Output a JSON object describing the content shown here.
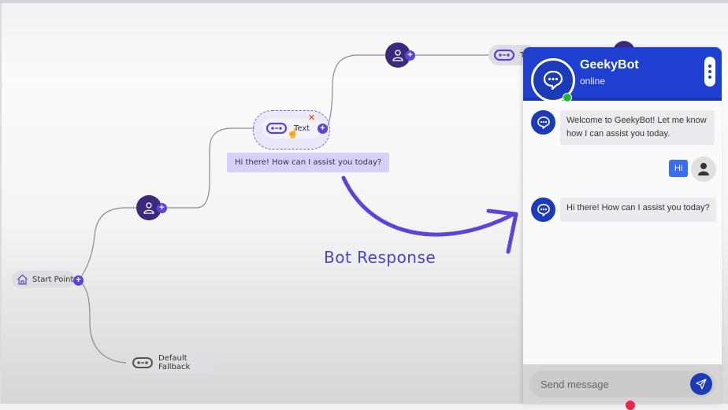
{
  "flow": {
    "nodes": {
      "start_point": {
        "label": "Start Point",
        "icon": "home-icon"
      },
      "default_fallback": {
        "label": "Default Fallback",
        "icon": "bot-icon"
      },
      "text_node": {
        "label": "Text",
        "icon": "bot-icon",
        "selected": true
      },
      "text_node_response": "Hi there! How can I assist you today?",
      "partial_node_label": "T"
    },
    "annotation": "Bot Response"
  },
  "chat": {
    "bot_name": "GeekyBot",
    "status": "online",
    "messages": [
      {
        "from": "bot",
        "text": "Welcome to GeekyBot! Let me know how I can assist you today."
      },
      {
        "from": "user",
        "text": "Hi"
      },
      {
        "from": "bot",
        "text": "Hi there! How can I assist you today?"
      }
    ],
    "composer": {
      "placeholder": "Send message",
      "value": ""
    }
  },
  "colors": {
    "brand_blue": "#1e3fcf",
    "accent_purple": "#5b45d6",
    "annotation": "#4a44cc",
    "online": "#1fb82e"
  }
}
